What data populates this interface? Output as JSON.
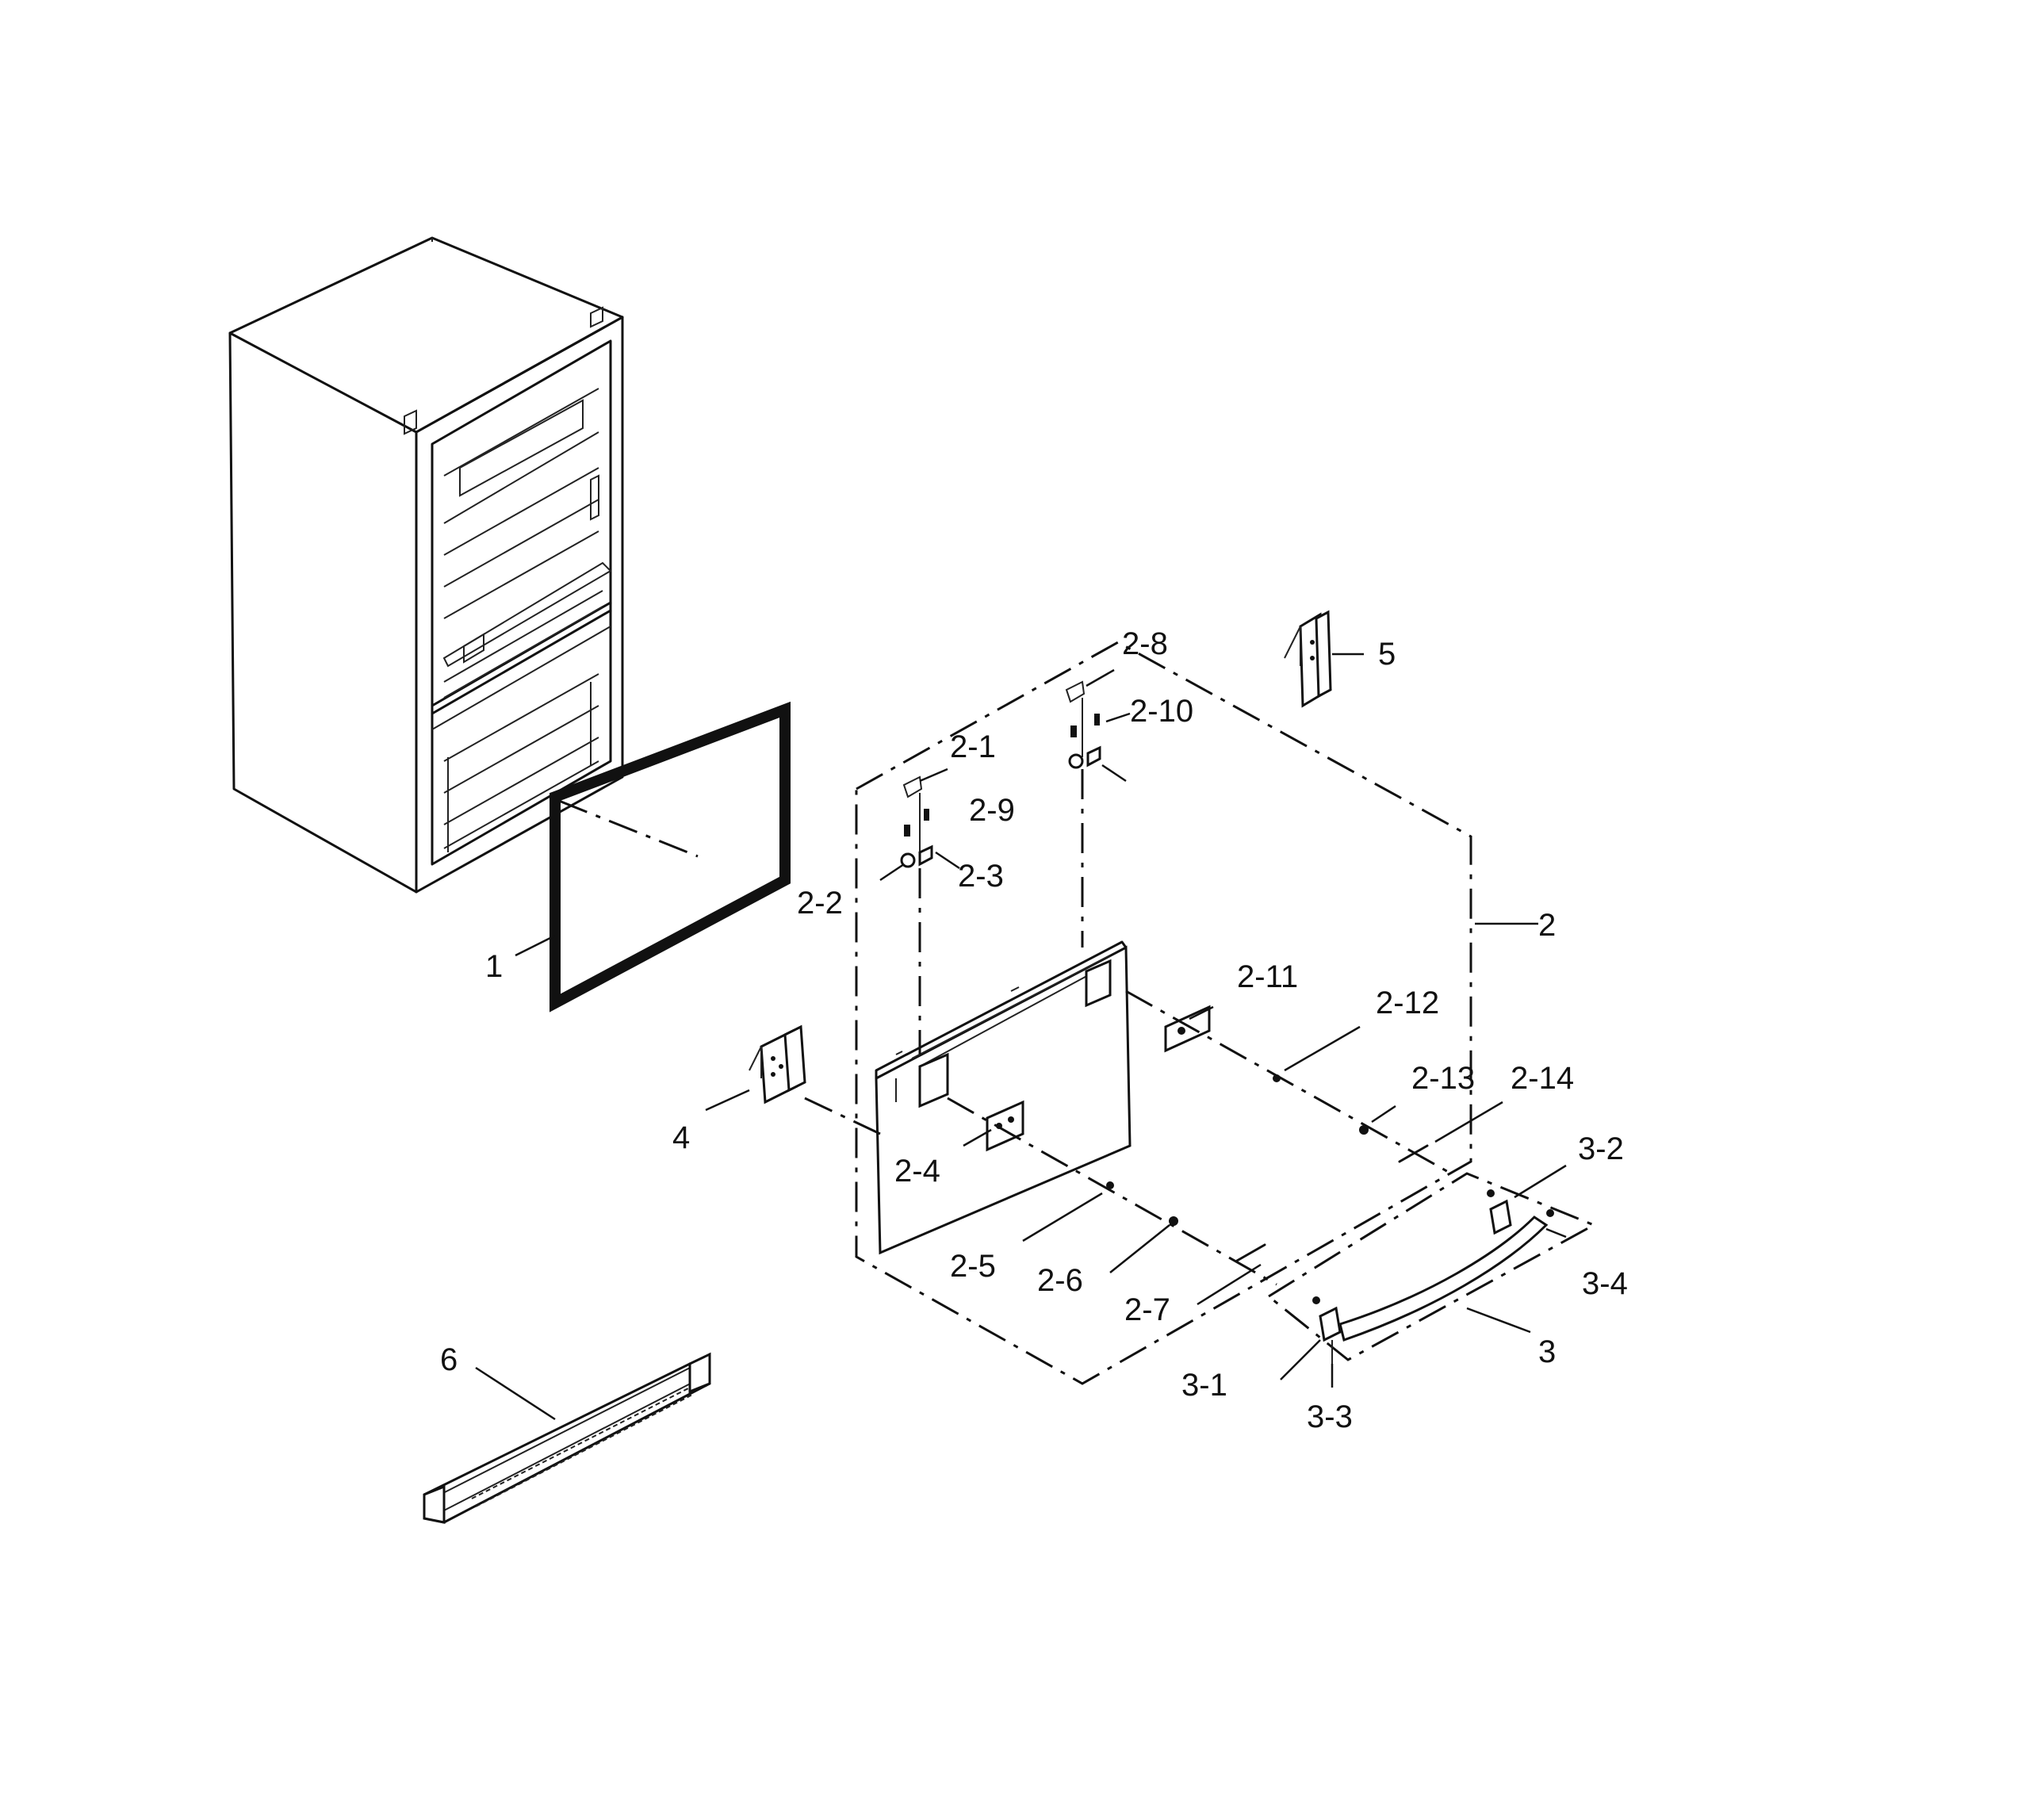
{
  "callouts": {
    "c1": "1",
    "c2": "2",
    "c2_1": "2-1",
    "c2_2": "2-2",
    "c2_3": "2-3",
    "c2_4": "2-4",
    "c2_5": "2-5",
    "c2_6": "2-6",
    "c2_7": "2-7",
    "c2_8": "2-8",
    "c2_9": "2-9",
    "c2_10": "2-10",
    "c2_11": "2-11",
    "c2_12": "2-12",
    "c2_13": "2-13",
    "c2_14": "2-14",
    "c3": "3",
    "c3_1": "3-1",
    "c3_2": "3-2",
    "c3_3": "3-3",
    "c3_4": "3-4",
    "c4": "4",
    "c5": "5",
    "c6": "6"
  }
}
